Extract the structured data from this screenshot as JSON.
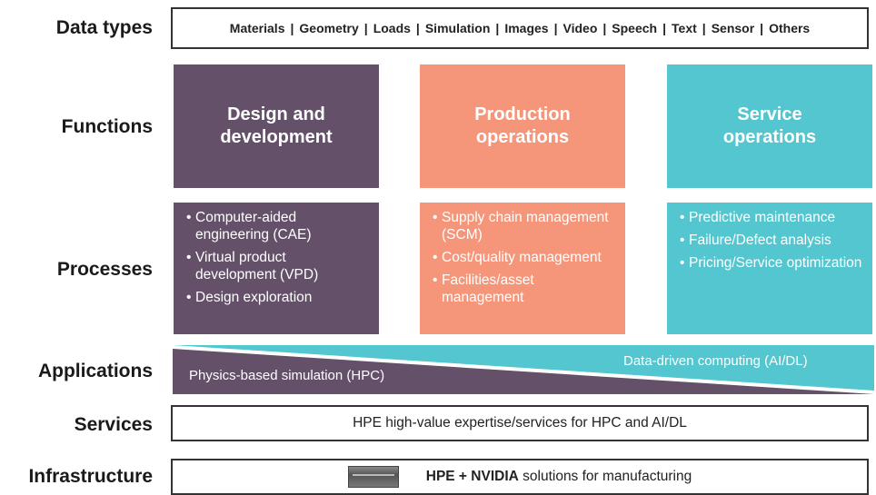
{
  "labels": {
    "data_types": "Data types",
    "functions": "Functions",
    "processes": "Processes",
    "applications": "Applications",
    "services": "Services",
    "infrastructure": "Infrastructure"
  },
  "data_types": [
    "Materials",
    "Geometry",
    "Loads",
    "Simulation",
    "Images",
    "Video",
    "Speech",
    "Text",
    "Sensor",
    "Others"
  ],
  "functions": [
    {
      "title": "Design and development"
    },
    {
      "title": "Production operations"
    },
    {
      "title": "Service operations"
    }
  ],
  "processes": [
    [
      "Computer-aided engineering (CAE)",
      "Virtual product development (VPD)",
      "Design exploration"
    ],
    [
      "Supply chain management (SCM)",
      "Cost/quality management",
      "Facilities/asset management"
    ],
    [
      "Predictive maintenance",
      "Failure/Defect analysis",
      "Pricing/Service optimization"
    ]
  ],
  "applications": {
    "physics": "Physics-based simulation (HPC)",
    "data_driven": "Data-driven computing (AI/DL)"
  },
  "services_text": "HPE high-value expertise/services for HPC and AI/DL",
  "infrastructure": {
    "brand": "HPE + NVIDIA",
    "rest": " solutions for manufacturing",
    "icon": "server-icon"
  },
  "colors": {
    "purple": "#645069",
    "orange": "#f5967a",
    "teal": "#53c6cf"
  }
}
